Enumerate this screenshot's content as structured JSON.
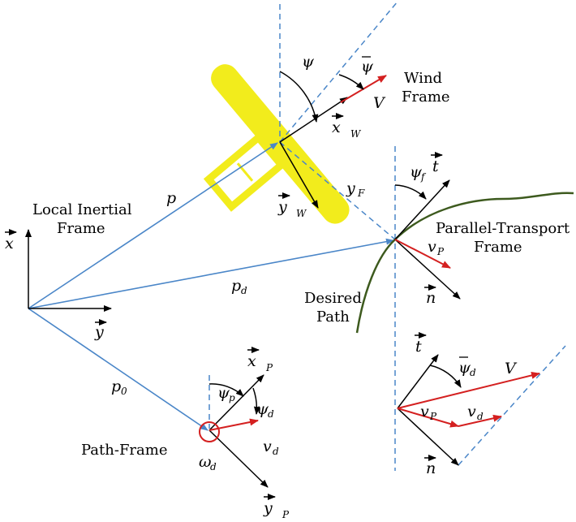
{
  "labels": {
    "local_inertial": [
      "Local Inertial",
      "Frame"
    ],
    "wind_frame": [
      "Wind",
      "Frame"
    ],
    "parallel_transport": [
      "Parallel-Transport",
      "Frame"
    ],
    "desired_path": [
      "Desired",
      "Path"
    ],
    "path_frame": "Path-Frame"
  },
  "symbols": {
    "x": "x",
    "y": "y",
    "t": "t",
    "n": "n",
    "p": "p",
    "p_d": "p",
    "p_d_sub": "d",
    "p0": "p",
    "p0_sub": "0",
    "psi": "ψ",
    "psi_bar": "ψ",
    "psi_f": "ψ",
    "psi_f_sub": "f",
    "psi_p": "ψ",
    "psi_p_sub": "p",
    "psi_d": "ψ",
    "psi_d_sub": "d",
    "psi_bar_d": "ψ",
    "psi_bar_d_sub": "d",
    "V": "V",
    "v_P": "v",
    "v_P_sub": "P",
    "v_d": "v",
    "v_d_sub": "d",
    "y_F": "y",
    "y_F_sub": "F",
    "omega_d": "ω",
    "omega_d_sub": "d",
    "x_W_sub": "W",
    "y_W_sub": "W",
    "x_P_sub": "P",
    "y_P_sub": "P"
  },
  "colors": {
    "aircraft": "#f2ec1c",
    "vector_blue": "#4a86c8",
    "velocity_red": "#d42020",
    "path_green": "#3d5a1e"
  }
}
